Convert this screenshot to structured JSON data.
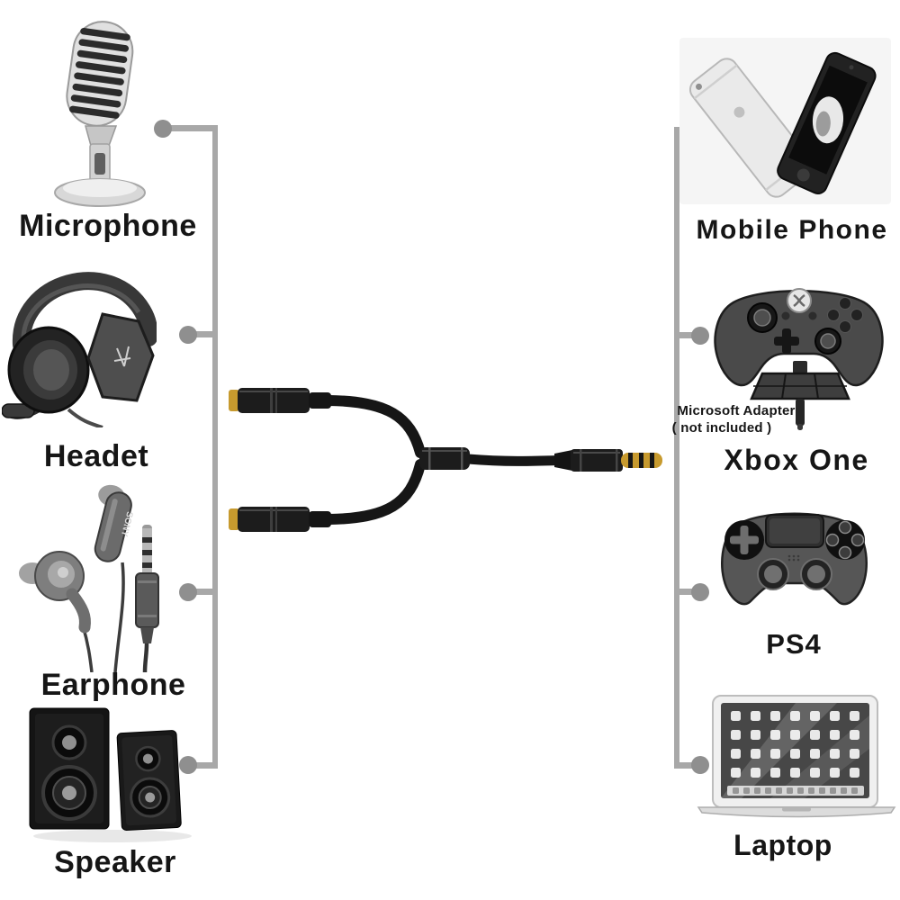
{
  "left_column": {
    "items": [
      {
        "id": "microphone",
        "label": "Microphone",
        "icon": "microphone-icon"
      },
      {
        "id": "headset",
        "label": "Headet",
        "icon": "gaming-headset-icon"
      },
      {
        "id": "earphone",
        "label": "Earphone",
        "icon": "earbuds-icon",
        "brand": "SONY"
      },
      {
        "id": "speaker",
        "label": "Speaker",
        "icon": "stereo-speakers-icon"
      }
    ]
  },
  "right_column": {
    "items": [
      {
        "id": "mobile-phone",
        "label": "Mobile Phone",
        "icon": "mobile-phones-icon"
      },
      {
        "id": "xbox-one",
        "label": "Xbox One",
        "icon": "xbox-controller-icon",
        "note": {
          "line1": "Microsoft Adapter",
          "line2": "( not included )"
        }
      },
      {
        "id": "ps4",
        "label": "PS4",
        "icon": "ps4-controller-icon"
      },
      {
        "id": "laptop",
        "label": "Laptop",
        "icon": "laptop-icon"
      }
    ]
  },
  "center": {
    "item": "y-splitter-audio-cable",
    "icon": "splitter-cable-image"
  },
  "colors": {
    "connector_line": "#a8a8a8",
    "connector_dot": "#8f8f8f",
    "gold": "#c79a2e",
    "label_text": "#161616",
    "background": "#ffffff"
  }
}
